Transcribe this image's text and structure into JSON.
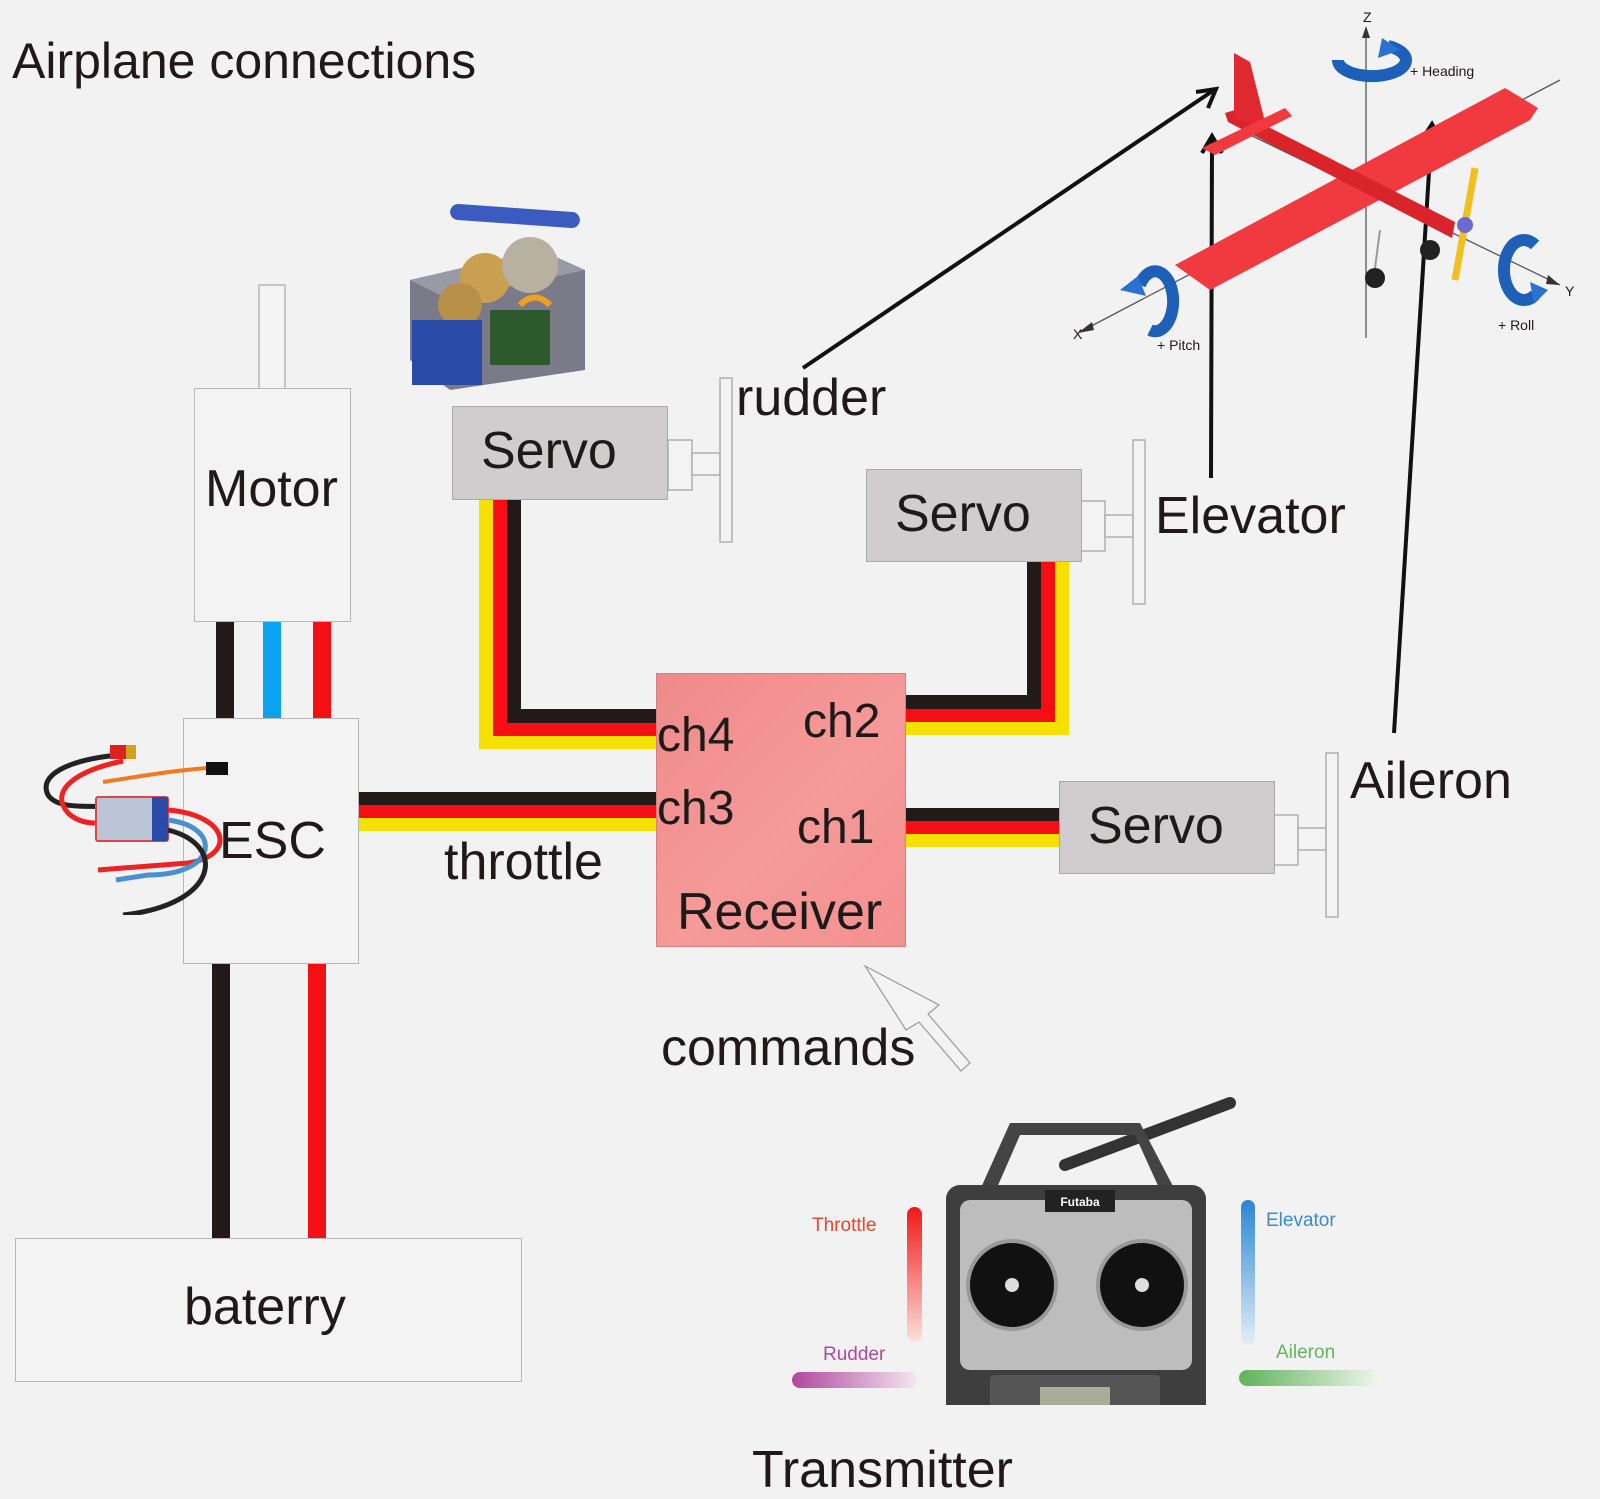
{
  "title": "Airplane connections",
  "components": {
    "motor": "Motor",
    "esc": "ESC",
    "battery": "baterry",
    "receiver": "Receiver",
    "servos": [
      "Servo",
      "Servo",
      "Servo"
    ],
    "transmitter": "Transmitter"
  },
  "channels": {
    "ch1": "ch1",
    "ch2": "ch2",
    "ch3": "ch3",
    "ch4": "ch4"
  },
  "connection_labels": {
    "rudder": "rudder",
    "elevator": "Elevator",
    "aileron": "Aileron",
    "throttle": "throttle",
    "commands": "commands"
  },
  "airplane_axes": {
    "z": "Z",
    "x": "X",
    "y": "Y",
    "heading": "+ Heading",
    "pitch": "+ Pitch",
    "roll": "+ Roll"
  },
  "transmitter_sticks": {
    "throttle": "Throttle",
    "rudder": "Rudder",
    "elevator": "Elevator",
    "aileron": "Aileron",
    "brand": "Futaba"
  },
  "colors": {
    "wire_black": "#211a18",
    "wire_red": "#f50e14",
    "wire_yellow": "#f5e000",
    "wire_blue": "#0aa3f0",
    "receiver": "#f29090",
    "servo": "#cfcdcd",
    "airplane": "#f03a40",
    "axis_arrow": "#1e5fb8",
    "throttle_label": "#e8462e",
    "rudder_label": "#b0489e",
    "elevator_label": "#3a8ad0",
    "aileron_label": "#62b55e"
  }
}
